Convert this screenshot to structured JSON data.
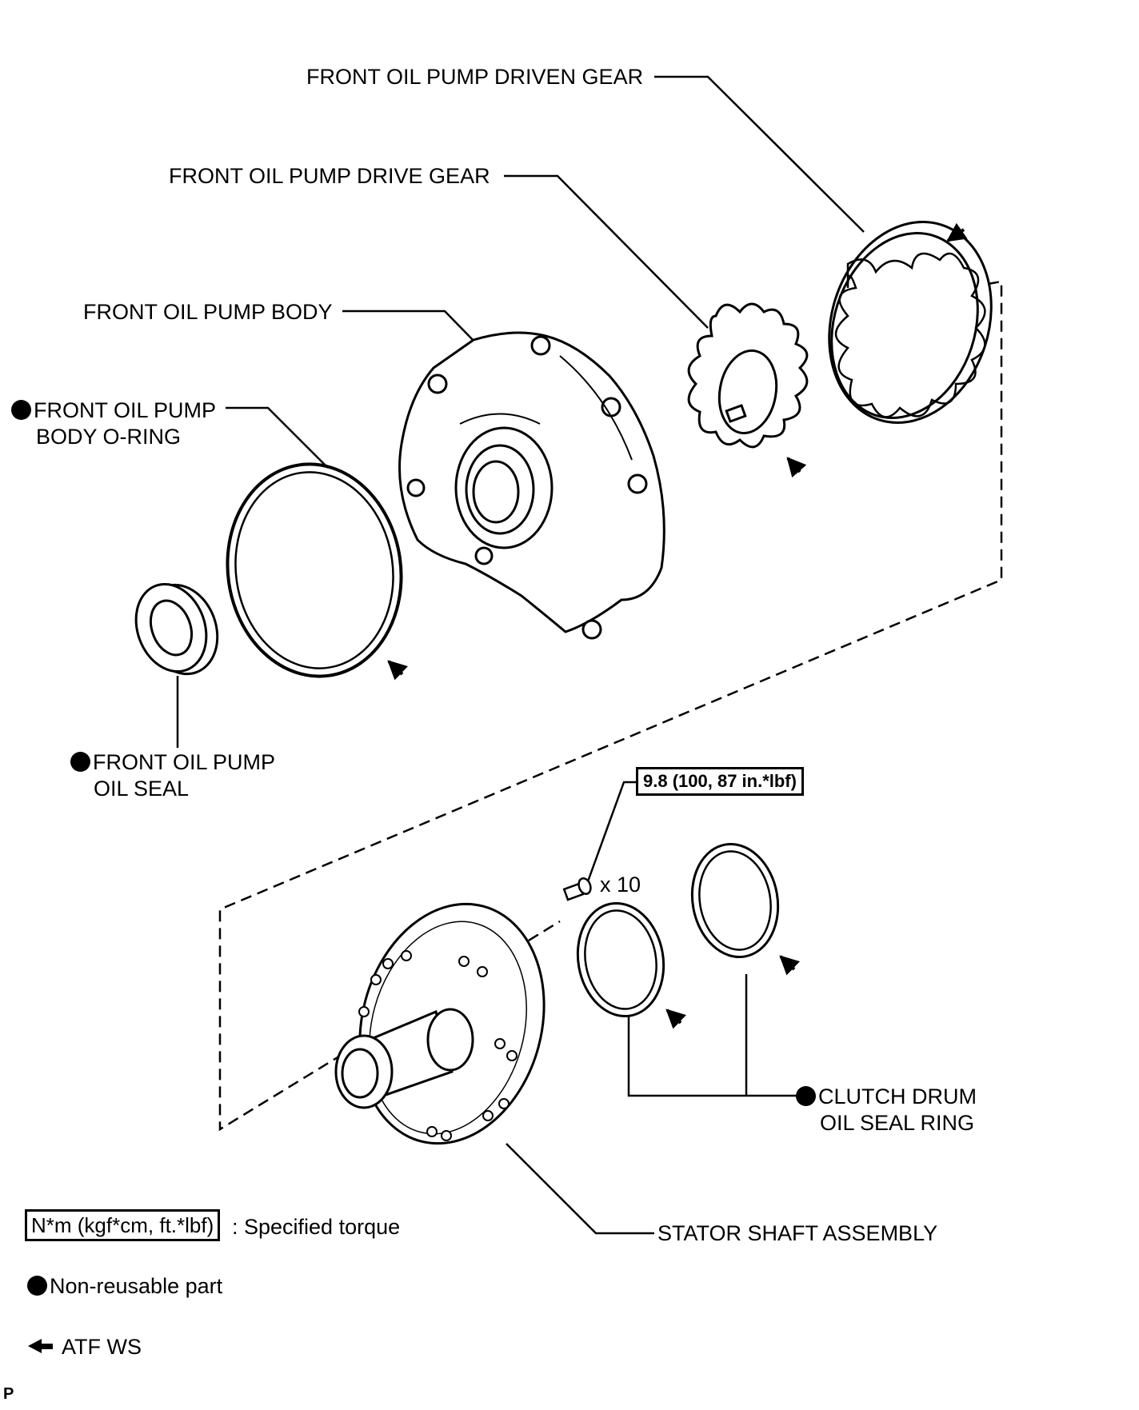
{
  "labels": {
    "driven_gear": "FRONT OIL PUMP DRIVEN GEAR",
    "drive_gear": "FRONT OIL PUMP DRIVE GEAR",
    "pump_body": "FRONT OIL PUMP BODY",
    "o_ring_line1": "FRONT OIL PUMP",
    "o_ring_line2": "BODY O-RING",
    "oil_seal_line1": "FRONT OIL PUMP",
    "oil_seal_line2": "OIL SEAL",
    "bolt_count": "x 10",
    "seal_ring_line1": "CLUTCH DRUM",
    "seal_ring_line2": "OIL SEAL RING",
    "stator_shaft": "STATOR SHAFT ASSEMBLY"
  },
  "torque_spec": "9.8 (100, 87 in.*lbf)",
  "legend": {
    "torque_box": "N*m (kgf*cm, ft.*lbf)",
    "torque_text": ": Specified torque",
    "non_reusable": "Non-reusable part",
    "atf": "ATF WS"
  },
  "corner_mark": "P",
  "icons": [
    "non-reusable-dot-icon",
    "atf-arrow-icon"
  ]
}
